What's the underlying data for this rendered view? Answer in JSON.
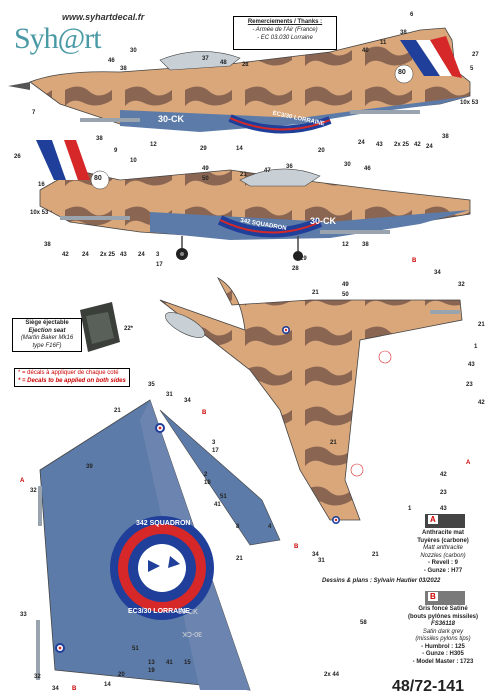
{
  "header": {
    "url": "www.syhartdecal.fr",
    "logo_text": "Syh@rt",
    "thanks_title": "Remerciements / Thanks :",
    "thanks_lines": [
      "- Armée de l'Air (France)",
      "- EC 03.030 Lorraine"
    ]
  },
  "aircraft": {
    "code": "30-CK",
    "squadron_text": "342 SQUADRON",
    "unit_text": "EC3/30 LORRAINE",
    "tail_badge": "80"
  },
  "seat": {
    "title": "Siège éjectable",
    "title_en": "Ejection seat",
    "line1": "(Martin Baker Mk16",
    "line2": "type F16F)",
    "callout": "22*"
  },
  "notes": {
    "fr": "* = décals à appliquer de chaque coté",
    "en": "* = Decals to be applied on both sides"
  },
  "paint_a": {
    "letter": "A",
    "fr": "Anthracite mat",
    "fr2": "Tuyères (carbone)",
    "en": "Matt anthracite",
    "en2": "Nozzles (carbon)",
    "revell": "- Revell : 9",
    "gunze": "- Gunze : H77"
  },
  "paint_b": {
    "letter": "B",
    "fr": "Gris foncé Satiné",
    "fr2": "(bouts pylônes missiles)",
    "fs": "FS36118",
    "en": "Satin dark grey",
    "en2": "(missiles pylons tips)",
    "humbrol": "- Humbrol : 125",
    "gunze": "- Gunze : H305",
    "mm": "- Model Master : 1723"
  },
  "credits": "Dessins & plans : Sylvain Hautier 03/2022",
  "sheet_ref": "48/72-141",
  "both": "both",
  "callouts": {
    "top": [
      {
        "t": "6"
      },
      {
        "t": "38"
      },
      {
        "t": "11"
      },
      {
        "t": "40"
      },
      {
        "t": "27"
      },
      {
        "t": "5"
      },
      {
        "t": "30"
      },
      {
        "t": "46"
      },
      {
        "t": "38"
      },
      {
        "t": "37"
      },
      {
        "t": "48"
      },
      {
        "t": "21"
      },
      {
        "t": "7"
      },
      {
        "t": "12"
      },
      {
        "t": "29"
      },
      {
        "t": "14"
      },
      {
        "t": "20"
      },
      {
        "t": "24"
      },
      {
        "t": "43"
      },
      {
        "t": "2x 25"
      },
      {
        "t": "42"
      },
      {
        "t": "24"
      },
      {
        "t": "38"
      },
      {
        "t": "10x 53"
      },
      {
        "t": "26"
      }
    ],
    "mid": [
      {
        "t": "38"
      },
      {
        "t": "9"
      },
      {
        "t": "10"
      },
      {
        "t": "16"
      },
      {
        "t": "49"
      },
      {
        "t": "50"
      },
      {
        "t": "21"
      },
      {
        "t": "47"
      },
      {
        "t": "36"
      },
      {
        "t": "30"
      },
      {
        "t": "46"
      },
      {
        "t": "10x 53"
      },
      {
        "t": "38"
      },
      {
        "t": "42"
      },
      {
        "t": "24"
      },
      {
        "t": "2x 25"
      },
      {
        "t": "43"
      },
      {
        "t": "24"
      },
      {
        "t": "3"
      },
      {
        "t": "17"
      },
      {
        "t": "28"
      },
      {
        "t": "29"
      },
      {
        "t": "12"
      },
      {
        "t": "38"
      }
    ],
    "tan": [
      {
        "t": "B"
      },
      {
        "t": "34"
      },
      {
        "t": "32"
      },
      {
        "t": "49"
      },
      {
        "t": "50"
      },
      {
        "t": "21"
      },
      {
        "t": "21"
      },
      {
        "t": "1"
      },
      {
        "t": "43"
      },
      {
        "t": "23"
      },
      {
        "t": "42"
      },
      {
        "t": "21"
      },
      {
        "t": "A"
      },
      {
        "t": "42"
      },
      {
        "t": "23"
      },
      {
        "t": "43"
      },
      {
        "t": "1"
      },
      {
        "t": "21"
      }
    ],
    "blue": [
      {
        "t": "35"
      },
      {
        "t": "31"
      },
      {
        "t": "34"
      },
      {
        "t": "B"
      },
      {
        "t": "21"
      },
      {
        "t": "3"
      },
      {
        "t": "17"
      },
      {
        "t": "39"
      },
      {
        "t": "2"
      },
      {
        "t": "18"
      },
      {
        "t": "51"
      },
      {
        "t": "41"
      },
      {
        "t": "8"
      },
      {
        "t": "4"
      },
      {
        "t": "A"
      },
      {
        "t": "32"
      },
      {
        "t": "B"
      },
      {
        "t": "34"
      },
      {
        "t": "31"
      },
      {
        "t": "21"
      },
      {
        "t": "33"
      },
      {
        "t": "32"
      },
      {
        "t": "34"
      },
      {
        "t": "B"
      },
      {
        "t": "14"
      },
      {
        "t": "20"
      },
      {
        "t": "13"
      },
      {
        "t": "19"
      },
      {
        "t": "41"
      },
      {
        "t": "15"
      },
      {
        "t": "51"
      },
      {
        "t": "58"
      },
      {
        "t": "2x 44"
      }
    ]
  },
  "colors": {
    "tan": "#d9a77a",
    "brown": "#8a6552",
    "blue": "#5d7ba8",
    "grey": "#6c7684",
    "french_blue": "#1f3f9a",
    "french_red": "#d62828",
    "paint_a": "#444444",
    "paint_b": "#7a7a7a"
  }
}
